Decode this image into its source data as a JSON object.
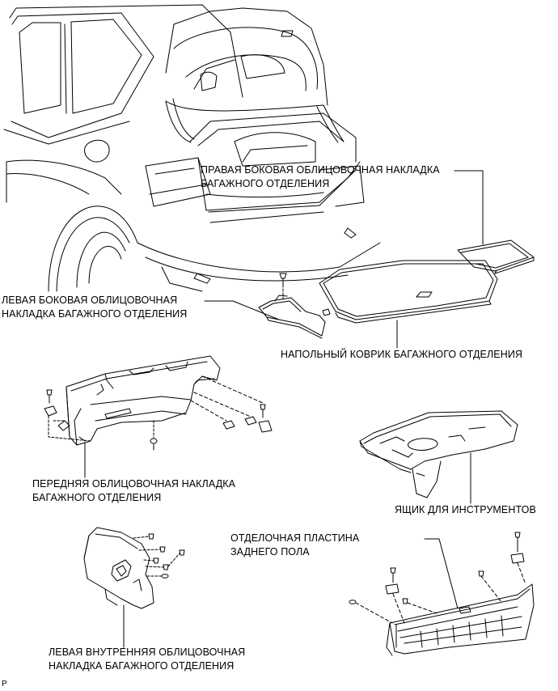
{
  "labels": {
    "right_trim": [
      "ПРАВАЯ БОКОВАЯ ОБЛИЦОВОЧНАЯ НАКЛАДКА",
      "БАГАЖНОГО ОТДЕЛЕНИЯ"
    ],
    "left_trim": [
      "ЛЕВАЯ БОКОВАЯ ОБЛИЦОВОЧНАЯ",
      "НАКЛАДКА БАГАЖНОГО ОТДЕЛЕНИЯ"
    ],
    "floor_mat": [
      "НАПОЛЬНЫЙ КОВРИК БАГАЖНОГО ОТДЕЛЕНИЯ"
    ],
    "front_trim": [
      "ПЕРЕДНЯЯ ОБЛИЦОВОЧНАЯ НАКЛАДКА",
      "БАГАЖНОГО ОТДЕЛЕНИЯ"
    ],
    "tool_box": [
      "ЯЩИК ДЛЯ ИНСТРУМЕНТОВ"
    ],
    "rear_floor_plate": [
      "ОТДЕЛОЧНАЯ ПЛАСТИНА",
      "ЗАДНЕГО ПОЛА"
    ],
    "left_inner_trim": [
      "ЛЕВАЯ ВНУТРЕННЯЯ ОБЛИЦОВОЧНАЯ",
      "НАКЛАДКА БАГАЖНОГО ОТДЕЛЕНИЯ"
    ]
  },
  "footer": {
    "code": "P"
  }
}
